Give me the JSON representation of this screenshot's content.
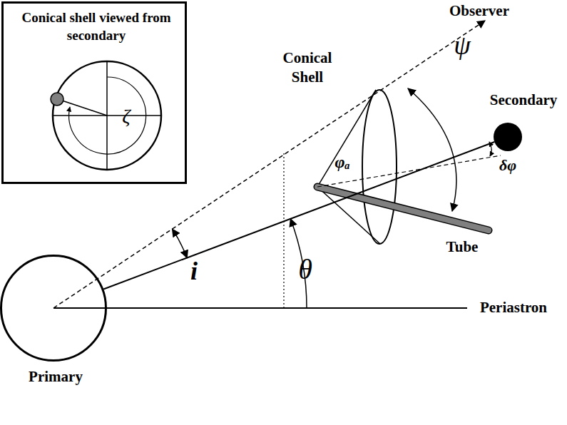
{
  "diagram": {
    "nodes": [
      {
        "text": [
          "Conical shell viewed from secondary",
          "ζ"
        ]
      },
      {
        "text": [
          "Primary"
        ]
      },
      {
        "text": [
          "Secondary"
        ]
      }
    ],
    "edges": [
      {
        "from": 1,
        "to": 2,
        "arrow": "none"
      }
    ],
    "labels": [
      "Observer",
      "Conical Shell",
      "ψ",
      "φₐ",
      "δφ",
      "Tube",
      "i",
      "θ",
      "Periastron"
    ]
  }
}
